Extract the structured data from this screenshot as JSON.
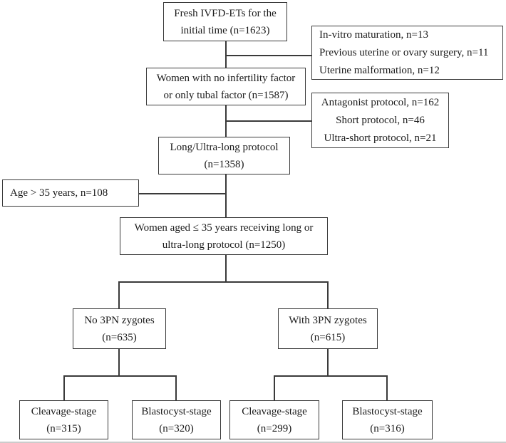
{
  "figure": {
    "type": "patient-flow-diagram",
    "background_color": "#ffffff",
    "line_color": "#3a3a3a",
    "text_color": "#1a1a1a"
  },
  "nodes": {
    "fresh_ivfd": {
      "line1": "Fresh IVFD-ETs for the",
      "line2": "initial time (n=1623)"
    },
    "exclusion_initial": {
      "line1": "In-vitro maturation, n=13",
      "line2": "Previous uterine or ovary surgery, n=11",
      "line3": "Uterine malformation, n=12"
    },
    "no_infertility_factor": {
      "line1": "Women with no infertility factor",
      "line2": "or only tubal factor (n=1587)"
    },
    "exclusion_protocol": {
      "line1": "Antagonist protocol, n=162",
      "line2": "Short protocol, n=46",
      "line3": "Ultra-short protocol, n=21"
    },
    "long_ultra_long": {
      "line1": "Long/Ultra-long protocol",
      "line2": "(n=1358)"
    },
    "age_exclusion": {
      "line1": "Age > 35 years, n=108"
    },
    "aged_under_35": {
      "line1": "Women aged ≤ 35 years receiving long or",
      "line2": "ultra-long protocol (n=1250)"
    },
    "no_3pn": {
      "line1": "No 3PN zygotes",
      "line2": "(n=635)"
    },
    "with_3pn": {
      "line1": "With 3PN zygotes",
      "line2": "(n=615)"
    },
    "cleavage_no_3pn": {
      "line1": "Cleavage-stage",
      "line2": "(n=315)"
    },
    "blastocyst_no_3pn": {
      "line1": "Blastocyst-stage",
      "line2": "(n=320)"
    },
    "cleavage_with_3pn": {
      "line1": "Cleavage-stage",
      "line2": "(n=299)"
    },
    "blastocyst_with_3pn": {
      "line1": "Blastocyst-stage",
      "line2": "(n=316)"
    }
  }
}
